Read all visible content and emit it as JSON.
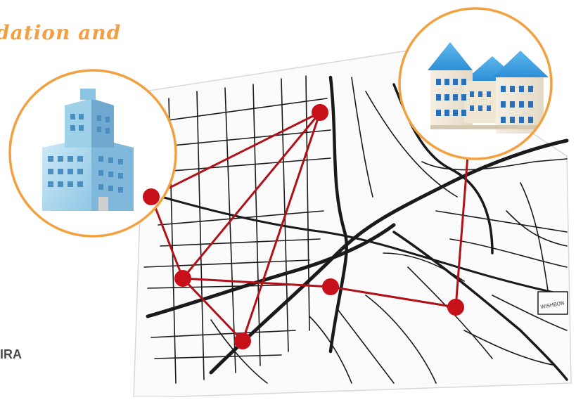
{
  "caption": "dation and",
  "corner_label": "IRA",
  "map_stamp": "WISHBON",
  "colors": {
    "route": "#b01018",
    "node": "#c8101a",
    "ring": "#f2a140",
    "street": "#1a1a1a",
    "caption": "#f0a045"
  },
  "icons": {
    "left_ring": "office-tower-building-icon",
    "right_ring": "school-campus-building-icon"
  }
}
